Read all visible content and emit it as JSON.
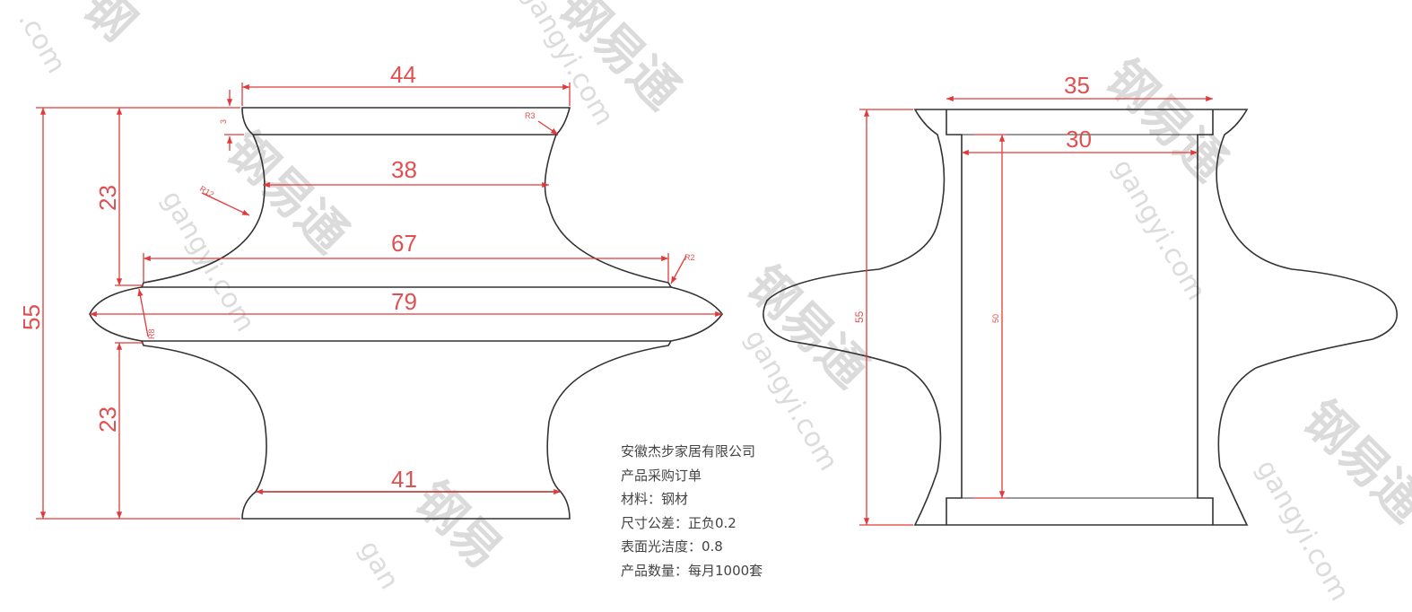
{
  "watermark": {
    "brand": "钢易通",
    "url": "gangyi.com"
  },
  "front_view": {
    "dims": {
      "top_width": "44",
      "neck_top": "38",
      "shoulder": "67",
      "disk": "79",
      "neck_bottom": "41",
      "total_height": "55",
      "upper_height": "23",
      "lower_height": "23",
      "flange": "3"
    },
    "radii": {
      "r_top": "R3",
      "r_left": "R12",
      "r_shoulder": "R2",
      "r_disk": "R8"
    }
  },
  "side_view": {
    "dims": {
      "outer_width": "35",
      "inner_width": "30",
      "height": "55",
      "inner_height": "50"
    }
  },
  "notes": [
    "安徽杰步家居有限公司",
    "产品采购订单",
    "材料：钢材",
    "尺寸公差：正负0.2",
    "表面光洁度：0.8",
    "产品数量：每月1000套"
  ],
  "colors": {
    "dimension": "#e23a3a",
    "outline": "#333333"
  }
}
